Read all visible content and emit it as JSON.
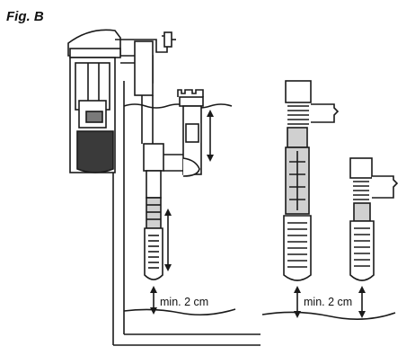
{
  "figure": {
    "label": "Fig. B"
  },
  "annotations": {
    "clearance_left": "min. 2 cm",
    "clearance_right": "min. 2 cm"
  },
  "colors": {
    "line": "#1a1a1a",
    "body_dark": "#3a3a3a",
    "body_mid": "#7a7a7a",
    "tint_grey": "#d0d0d0",
    "white": "#ffffff"
  }
}
